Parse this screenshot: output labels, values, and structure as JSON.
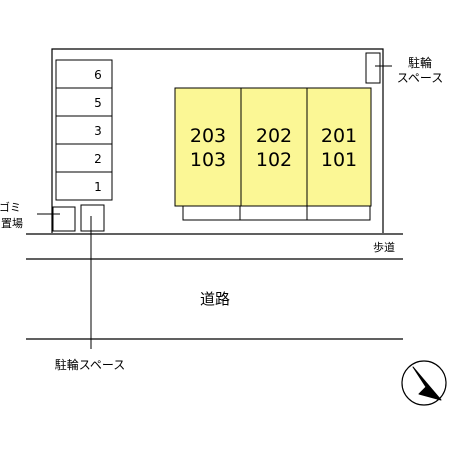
{
  "site": {
    "parking_slots": [
      "6",
      "5",
      "3",
      "2",
      "1"
    ],
    "units_upper": [
      "203",
      "202",
      "201"
    ],
    "units_lower": [
      "103",
      "102",
      "101"
    ]
  },
  "labels": {
    "bicycle_parking_top_line1": "駐輪",
    "bicycle_parking_top_line2": "スペース",
    "garbage_line1": "ゴミ",
    "garbage_line2": "置場",
    "sidewalk": "歩道",
    "road": "道路",
    "bicycle_parking_bottom": "駐輪スペース"
  },
  "icons": {
    "compass": "north-arrow-icon"
  },
  "colors": {
    "building_fill": "#fbf795",
    "line": "#000000",
    "background": "#ffffff"
  }
}
